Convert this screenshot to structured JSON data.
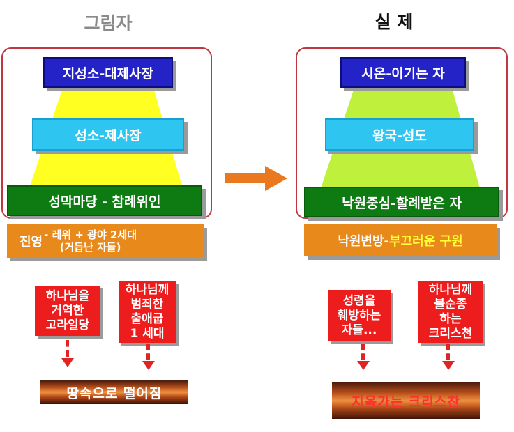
{
  "left": {
    "heading": "그림자",
    "levels": [
      "지성소-대제사장",
      "성소-제사장",
      "성막마당 - 참례위인"
    ],
    "camp": {
      "prefix": "진영",
      "line1": " - 레위 + 광야 2세대",
      "line2": "(거듭난 자들)"
    },
    "groups": [
      {
        "lines": [
          "하나님을",
          "거역한",
          "고라일당"
        ]
      },
      {
        "lines": [
          "하나님께",
          "범죄한",
          "출애굽",
          "1 세대"
        ]
      }
    ],
    "fate": "땅속으로 떨어짐"
  },
  "right": {
    "heading": "실 제",
    "levels": [
      "시온-이기는 자",
      "왕국-성도",
      "낙원중심-할례받은 자"
    ],
    "camp": {
      "prefix": "낙원변방-",
      "highlight": "부끄러운 구원"
    },
    "groups": [
      {
        "lines": [
          "성령을",
          "훼방하는",
          "자들..."
        ]
      },
      {
        "lines": [
          "하나님께",
          "불순종",
          "하는",
          "크리스천"
        ]
      }
    ],
    "fate": "지옥가는 크리스찬"
  },
  "colors": {
    "frame": "#c0373f",
    "left_pyramid": "#ffff22",
    "right_pyramid": "#bff03c",
    "arrow": "#e9781e",
    "orange_box": "#e8891c",
    "red_box": "#ee1d1d",
    "highlight_text": "#ffff33"
  },
  "icons": {
    "center_arrow": "right-arrow-icon"
  }
}
